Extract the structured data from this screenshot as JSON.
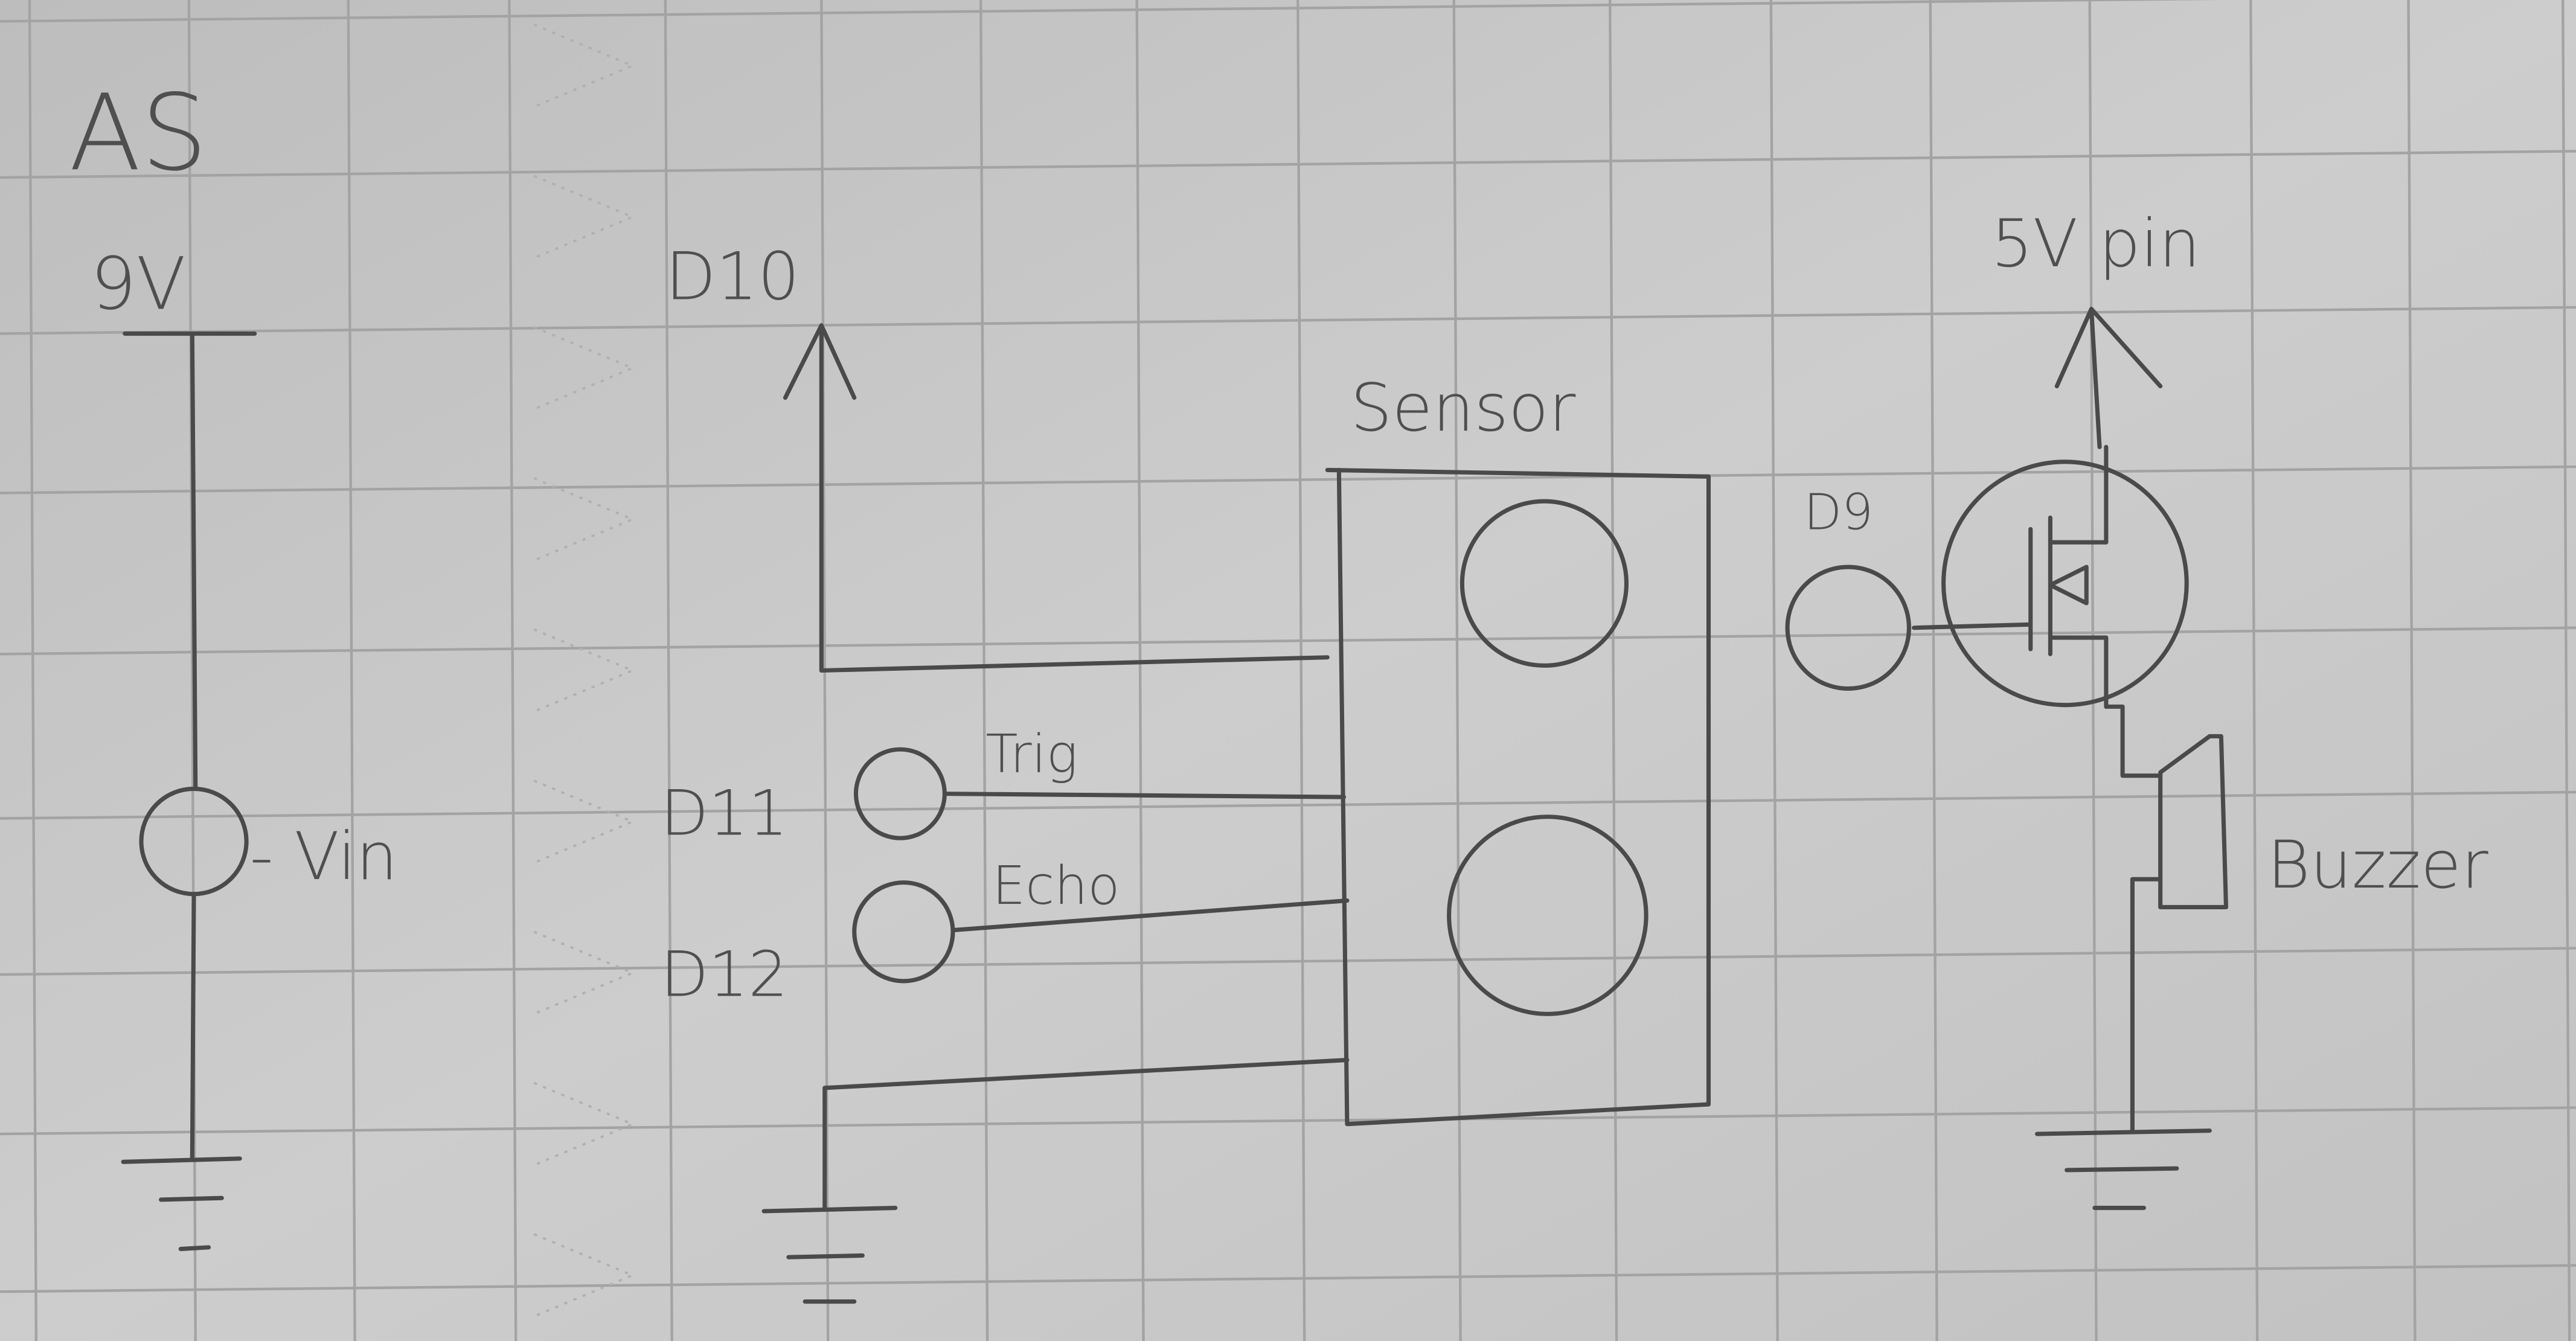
{
  "diagram": {
    "title": "AS",
    "power": {
      "supply": "9V",
      "input_label": "- Vin"
    },
    "sensor": {
      "label": "Sensor",
      "pins": [
        {
          "pin": "D10",
          "signal": ""
        },
        {
          "pin": "D11",
          "signal": "Trig"
        },
        {
          "pin": "D12",
          "signal": "Echo"
        }
      ]
    },
    "driver": {
      "gate_pin": "D9",
      "supply": "5V pin",
      "load": "Buzzer"
    }
  },
  "colors": {
    "paper": "#c4c4c4",
    "grid": "#a3a3a3",
    "pencil": "#4a4a4a"
  }
}
